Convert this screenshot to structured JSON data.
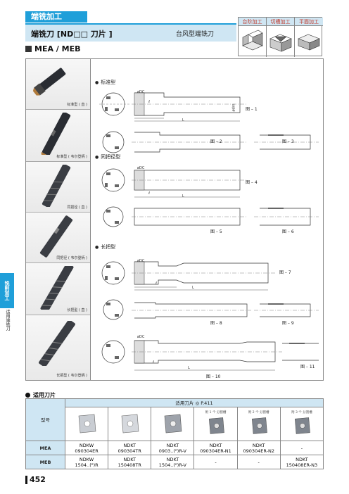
{
  "header": {
    "category": "端铣加工",
    "title": "端铣刀 [ND□□ 刀片 ]",
    "subtitle": "台风型端铣刀",
    "operations": [
      "台阶加工",
      "切槽加工",
      "平面加工"
    ]
  },
  "section": {
    "title": "MEA / MEB"
  },
  "photos": [
    {
      "caption": "标准型 ( 直 )"
    },
    {
      "caption": "标准型 ( 韦尔登柄 )"
    },
    {
      "caption": "同把径 ( 直 )"
    },
    {
      "caption": "同把径 ( 韦尔登柄 )"
    },
    {
      "caption": "长把型 ( 直 )"
    },
    {
      "caption": "长把型 ( 韦尔登柄 )"
    }
  ],
  "types": [
    {
      "name": "标准型"
    },
    {
      "name": "同把径型"
    },
    {
      "name": "长把型"
    }
  ],
  "figures": {
    "f1": "图 – 1",
    "f2": "图 – 2",
    "f3": "图 – 3",
    "f4": "图 – 4",
    "f5": "图 – 5",
    "f6": "图 – 6",
    "f7": "图 – 7",
    "f8": "图 – 8",
    "f9": "图 – 9",
    "f10": "图 – 10",
    "f11": "图 – 11"
  },
  "dims": {
    "dc": "øDC",
    "dmm": "ødm",
    "l": "ℓ",
    "L": "L"
  },
  "sidebar": {
    "tab": "铣削加工",
    "text": "适用端铣刀"
  },
  "inserts": {
    "title": "适用刀片",
    "model_label": "型号",
    "header": "适用刀片  ◎ P.411",
    "notes": [
      "附 1 个 分割槽",
      "附 2 个 分割槽",
      "附 3 个 分割槽"
    ],
    "rows": [
      {
        "label": "MEA",
        "cells": [
          "NDKW\n090304ER",
          "NDKT\n090304TR",
          "NDKT\n0903..(ᴿ)R-V",
          "NDKT\n090304ER-N1",
          "NDKT\n090304ER-N2",
          "-"
        ]
      },
      {
        "label": "MEB",
        "cells": [
          "NDKW\n1504..(ᴿ)R",
          "NDKT\n150408TR",
          "NDKT\n1504..(ᴿ)R-V",
          "-",
          "-",
          "NDKT\n150408ER-N3"
        ]
      }
    ]
  },
  "page": {
    "number": "452"
  },
  "colors": {
    "accent": "#1f9fd9",
    "light": "#cfe6f3"
  }
}
